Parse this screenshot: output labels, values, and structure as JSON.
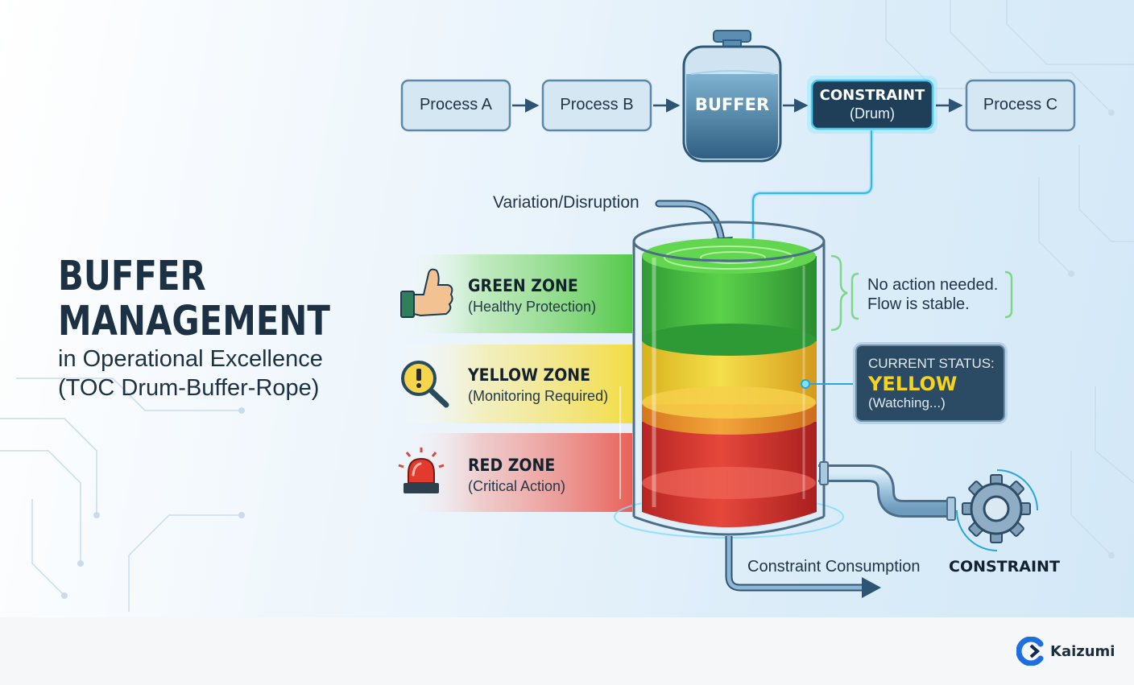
{
  "title": {
    "line1": "BUFFER",
    "line2": "MANAGEMENT",
    "line3": "in Operational Excellence",
    "line4": "(TOC Drum-Buffer-Rope)"
  },
  "flow": {
    "process_a": "Process A",
    "process_b": "Process B",
    "buffer": "BUFFER",
    "constraint_line1": "CONSTRAINT",
    "constraint_line2": "(Drum)",
    "process_c": "Process C"
  },
  "variation_label": "Variation/Disruption",
  "zones": {
    "green": {
      "title": "GREEN ZONE",
      "subtitle": "(Healthy Protection)",
      "color": "#4cc53f"
    },
    "yellow": {
      "title": "YELLOW ZONE",
      "subtitle": "(Monitoring Required)",
      "color": "#f2d93c"
    },
    "red": {
      "title": "RED ZONE",
      "subtitle": "(Critical Action)",
      "color": "#e2453b"
    }
  },
  "green_note": {
    "line1": "No action needed.",
    "line2": "Flow is stable."
  },
  "status": {
    "label": "CURRENT STATUS:",
    "value": "YELLOW",
    "detail": "(Watching...)"
  },
  "consumption_label": "Constraint Consumption",
  "constraint_label": "CONSTRAINT",
  "icons": {
    "green": "thumbs-up-icon",
    "yellow": "magnifier-warning-icon",
    "red": "alarm-siren-icon",
    "constraint": "gear-icon"
  },
  "brand": {
    "name": "Kaizumi",
    "accent": "#1f6fe0"
  }
}
